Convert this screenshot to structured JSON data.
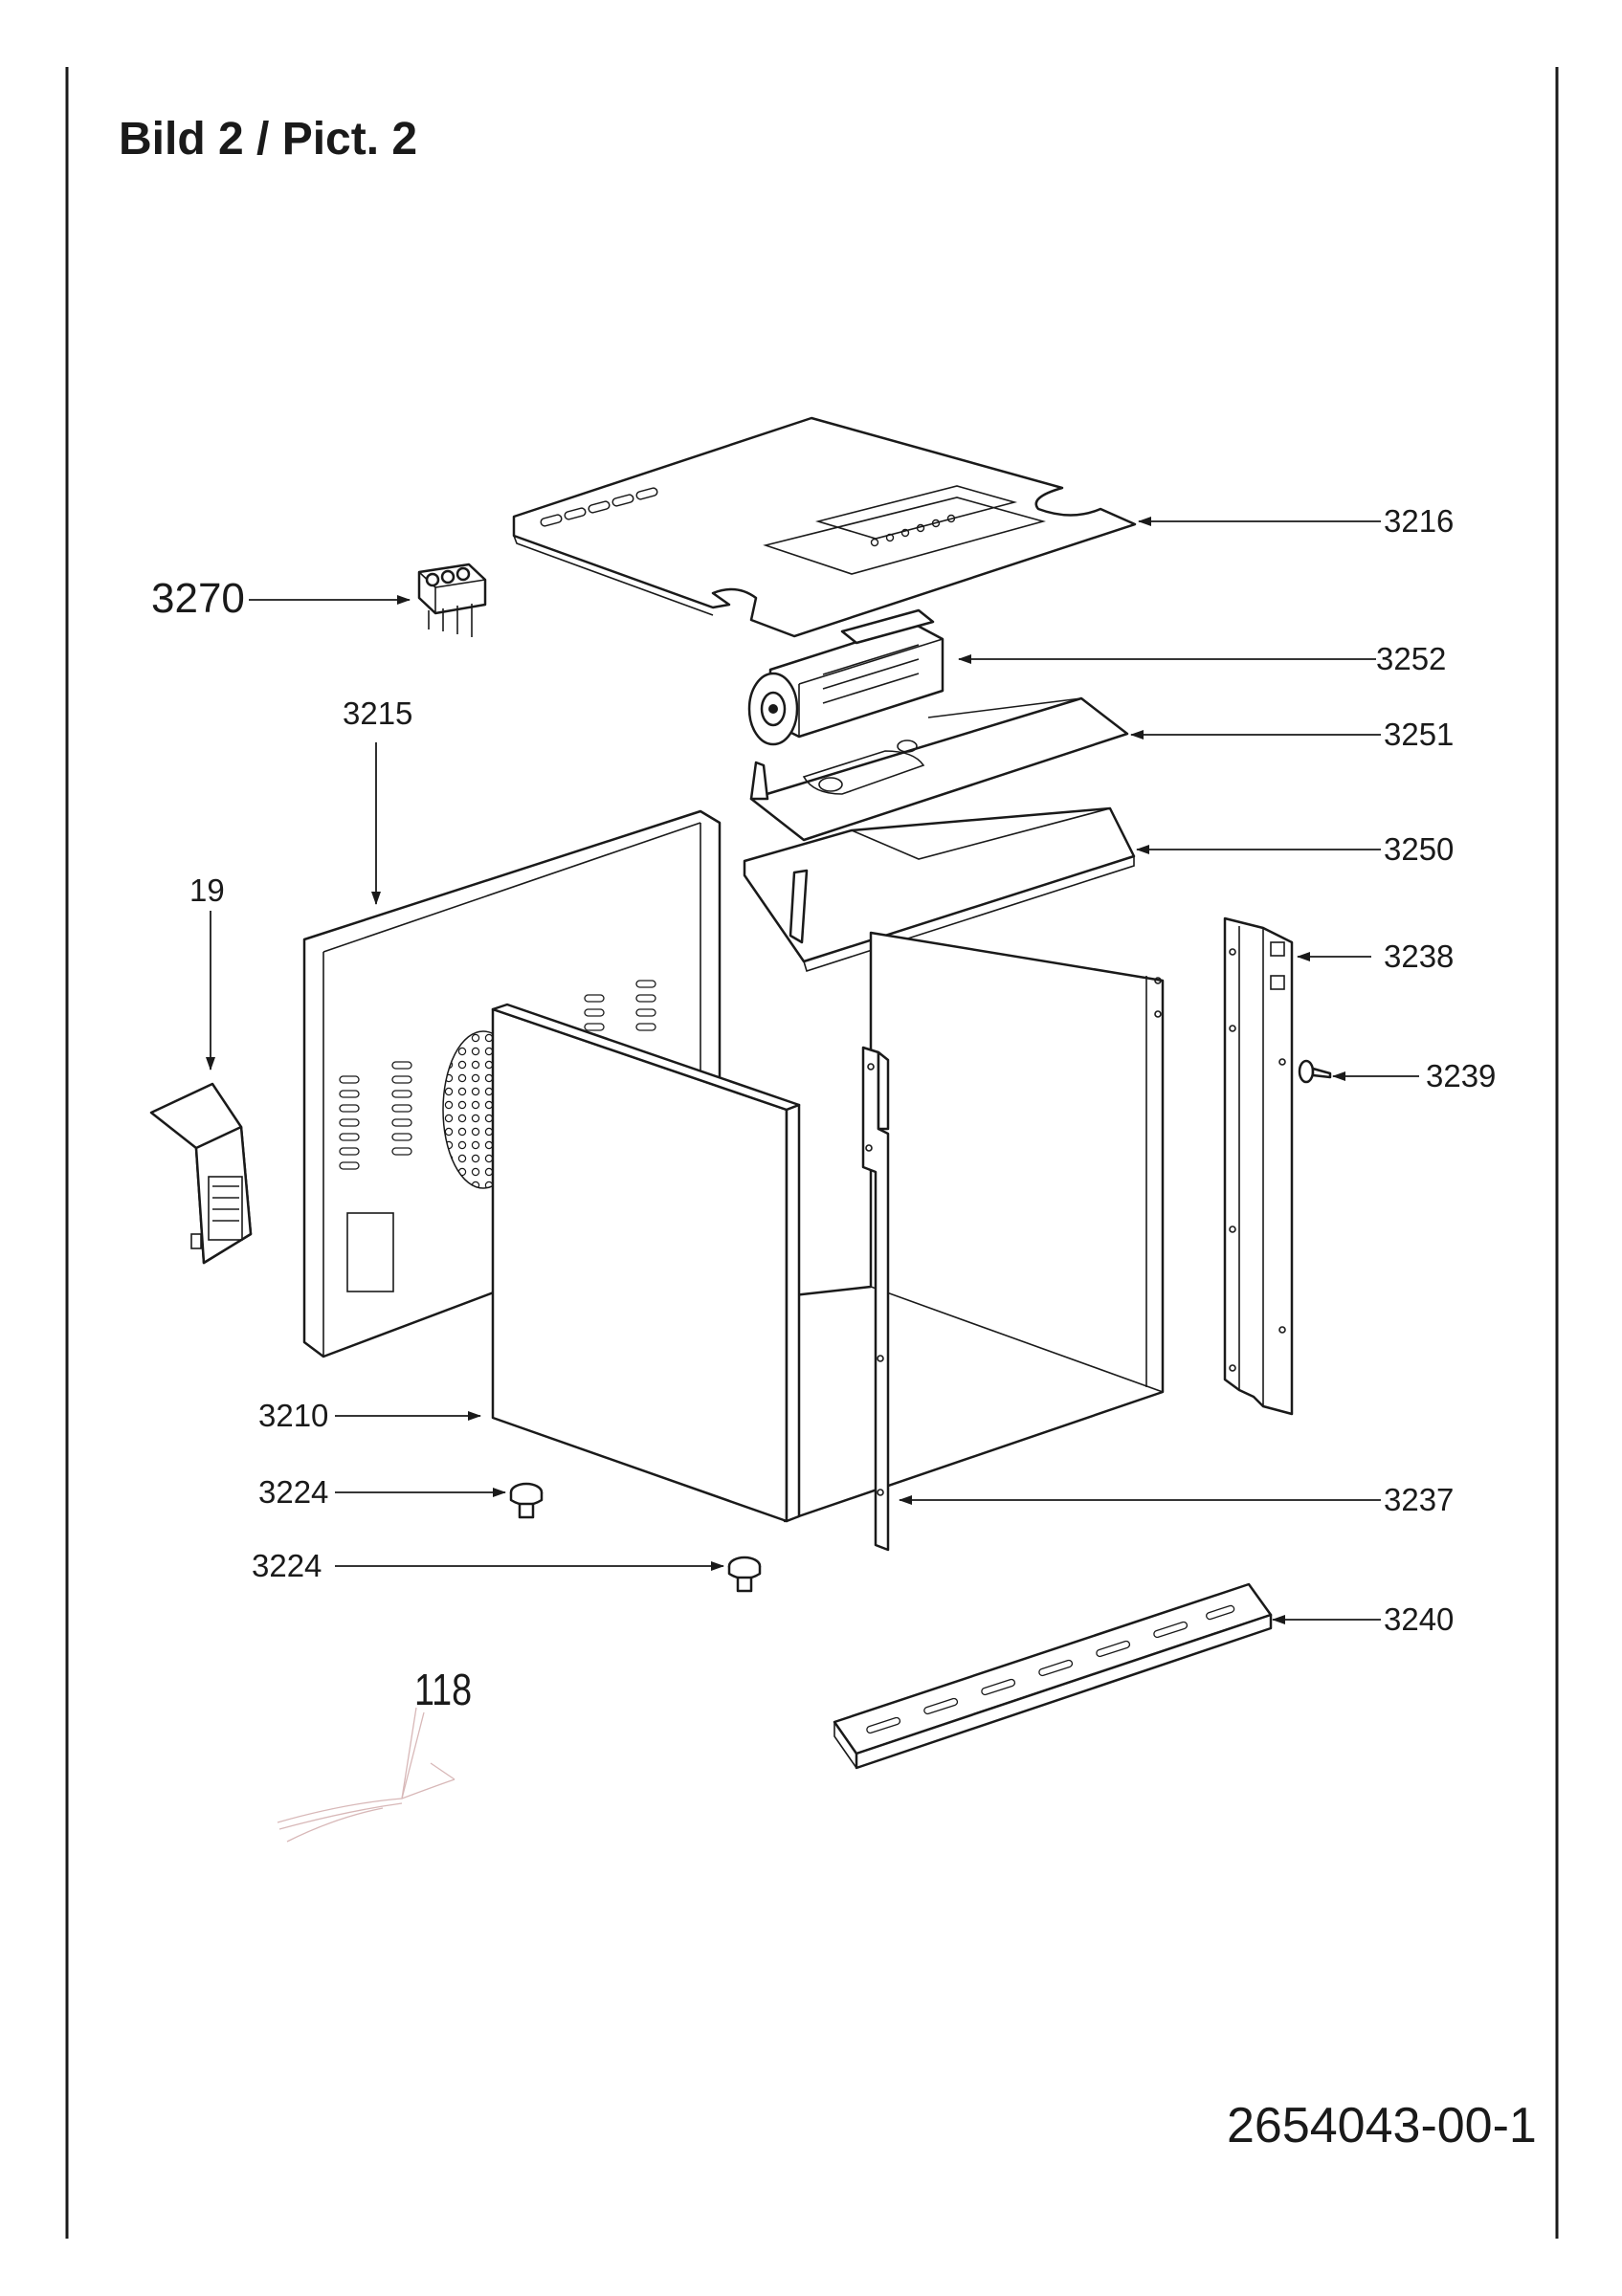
{
  "header": {
    "title": "Bild 2 / Pict. 2"
  },
  "footer": {
    "document_number": "2654043-00-1"
  },
  "callouts": {
    "c3216": "3216",
    "c3270": "3270",
    "c3252": "3252",
    "c3215": "3215",
    "c3251": "3251",
    "c19": "19",
    "c3250": "3250",
    "c3238": "3238",
    "c3239": "3239",
    "c3210": "3210",
    "c3224a": "3224",
    "c3237": "3237",
    "c3224b": "3224",
    "c3240": "3240",
    "c118": "118"
  }
}
